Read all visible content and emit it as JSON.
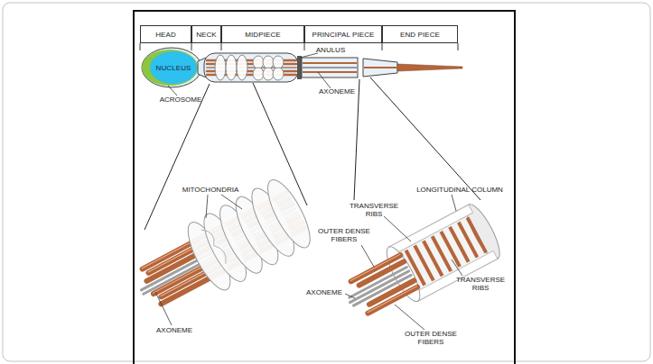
{
  "diagram": {
    "nodes": [
      {
        "text": [
          "HEAD"
        ]
      },
      {
        "text": [
          "NECK"
        ]
      },
      {
        "text": [
          "MIDPIECE"
        ]
      },
      {
        "text": [
          "PRINCIPAL PIECE"
        ]
      },
      {
        "text": [
          "END PIECE"
        ]
      },
      {
        "text": [
          "NUCLEUS"
        ]
      }
    ],
    "labels": [
      "ACROSOME",
      "ANULUS",
      "AXONEME",
      "MITOCHONDRIA",
      "AXONEME",
      "TRANSVERSE RIBS",
      "LONGITUDINAL COLUMN",
      "OUTER DENSE FIBERS",
      "AXONEME",
      "TRANSVERSE RIBS",
      "OUTER DENSE FIBERS"
    ]
  }
}
